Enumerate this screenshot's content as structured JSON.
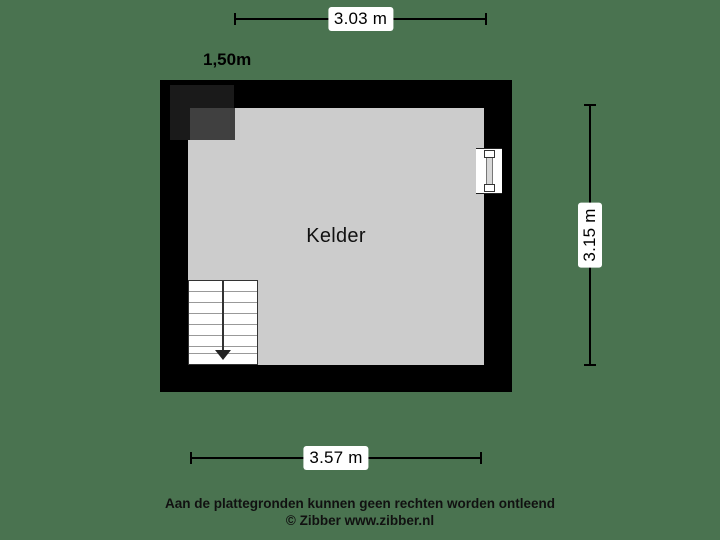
{
  "plan": {
    "room_name": "Kelder",
    "background_color": "#4a7350",
    "wall_color": "#000000",
    "floor_color": "#cccccc"
  },
  "dimensions": {
    "top": "3.03 m",
    "bottom": "3.57 m",
    "right": "3.15 m",
    "wall_segment": "1,50m"
  },
  "features": {
    "window_name": "window-symbol",
    "stairs_name": "staircase-symbol",
    "stairs_direction_icon": "arrow-down-icon"
  },
  "footer": {
    "line1": "Aan de plattegronden kunnen geen rechten worden ontleend",
    "line2": "© Zibber www.zibber.nl"
  }
}
